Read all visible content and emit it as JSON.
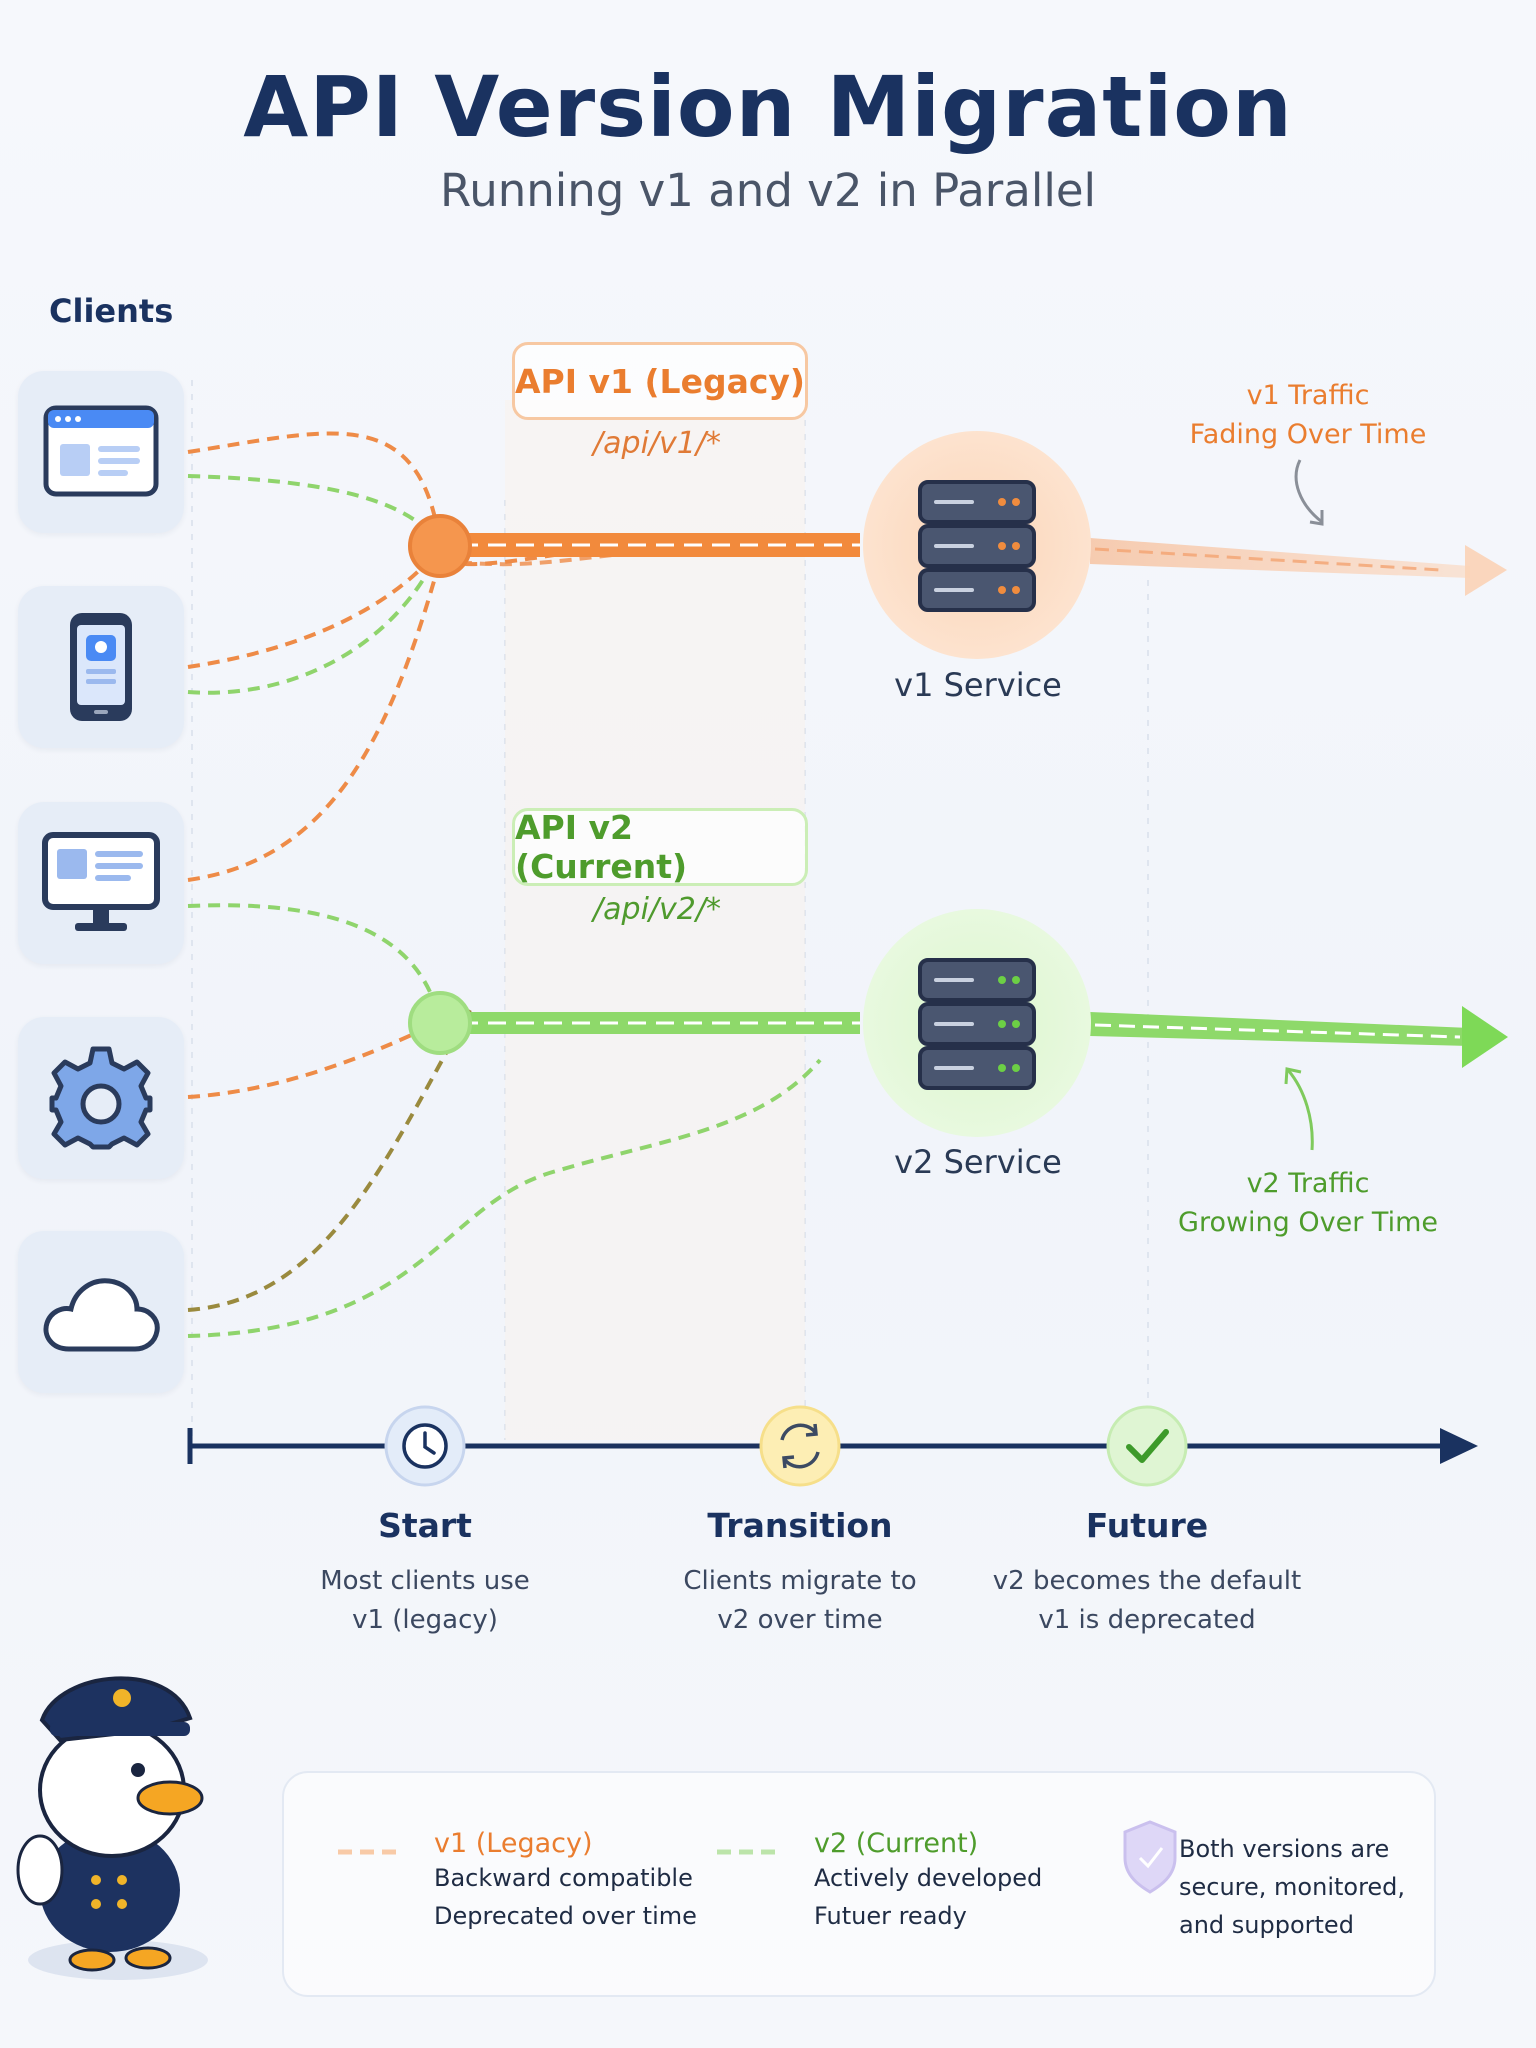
{
  "header": {
    "title": "API Version Migration",
    "subtitle": "Running v1 and v2 in Parallel"
  },
  "clients": {
    "heading": "Clients",
    "items": [
      {
        "icon": "browser-window-icon"
      },
      {
        "icon": "mobile-phone-icon"
      },
      {
        "icon": "desktop-monitor-icon"
      },
      {
        "icon": "gear-icon"
      },
      {
        "icon": "cloud-icon"
      }
    ]
  },
  "api_v1": {
    "label": "API v1 (Legacy)",
    "path": "/api/v1/*",
    "service": "v1 Service",
    "color": "#f28a3c"
  },
  "api_v2": {
    "label": "API v2 (Current)",
    "path": "/api/v2/*",
    "service": "v2 Service",
    "color": "#7ed957"
  },
  "traffic": {
    "v1_line1": "v1 Traffic",
    "v1_line2": "Fading Over Time",
    "v2_line1": "v2 Traffic",
    "v2_line2": "Growing Over Time"
  },
  "timeline": {
    "phases": [
      {
        "title": "Start",
        "line1": "Most clients use",
        "line2": "v1 (legacy)",
        "icon": "clock-icon"
      },
      {
        "title": "Transition",
        "line1": "Clients migrate to",
        "line2": "v2 over time",
        "icon": "refresh-icon"
      },
      {
        "title": "Future",
        "line1": "v2 becomes the default",
        "line2": "v1 is deprecated",
        "icon": "checkmark-icon"
      }
    ]
  },
  "legend": {
    "v1_title": "v1 (Legacy)",
    "v1_line1": "Backward compatible",
    "v1_line2": "Deprecated over time",
    "v2_title": "v2 (Current)",
    "v2_line1": "Actively developed",
    "v2_line2": "Futuer ready",
    "secure_line1": "Both versions are",
    "secure_line2": "secure, monitored,",
    "secure_line3": "and supported",
    "secure_icon": "shield-icon"
  },
  "mascot": {
    "icon": "duck-captain-mascot-icon"
  },
  "colors": {
    "navy": "#1a3260",
    "v1": "#f28a3c",
    "v2": "#7ed957"
  }
}
